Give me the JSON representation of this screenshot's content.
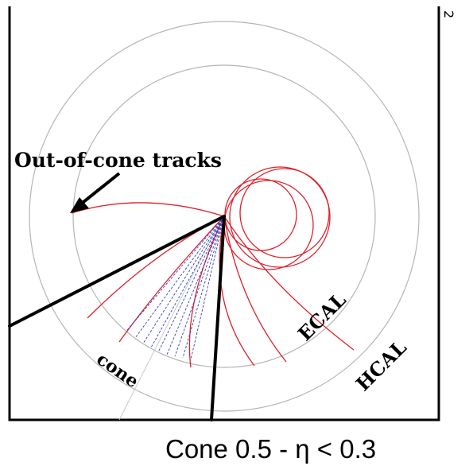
{
  "figure": {
    "corner_mark": "2",
    "labels": {
      "out_of_cone": "Out-of-cone tracks",
      "cone": "cone",
      "ecal": "ECAL",
      "hcal": "HCAL"
    },
    "caption_text": "Cone 0.5 - η < 0.3",
    "colors": {
      "frame": "#000000",
      "calorimeter_circles": "#b5b5b5",
      "charged_tracks": "#e0202a",
      "cone_tracks": "#3040c0"
    }
  }
}
